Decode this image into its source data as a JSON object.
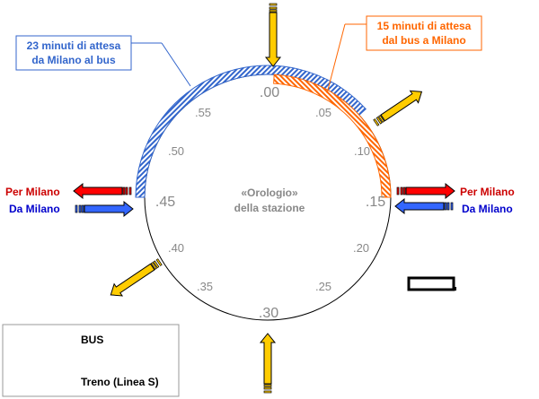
{
  "callouts": {
    "blue": {
      "line1": "23 minuti di attesa",
      "line2": "da Milano al bus",
      "color": "#3366cc"
    },
    "orange": {
      "line1": "15 minuti di attesa",
      "line2": "dal bus a Milano",
      "color": "#ff6600"
    }
  },
  "clock": {
    "ticks": [
      ".00",
      ".05",
      ".10",
      ".15",
      ".20",
      ".25",
      ".30",
      ".35",
      ".40",
      ".45",
      ".50",
      ".55"
    ],
    "center_line1": "«Orologio»",
    "center_line2": "della stazione"
  },
  "sides": {
    "left_to": "Per Milano",
    "left_from": "Da Milano",
    "right_to": "Per Milano",
    "right_from": "Da Milano"
  },
  "legend": {
    "bus": "BUS",
    "train": "Treno (Linea S)"
  },
  "colors": {
    "bus": "#ffcc00",
    "train_red": "#ff0000",
    "train_blue": "#3366ff",
    "label_red": "#cc0000",
    "label_blue": "#0000cc",
    "tick_gray": "#888888",
    "center_text": "#888888"
  }
}
